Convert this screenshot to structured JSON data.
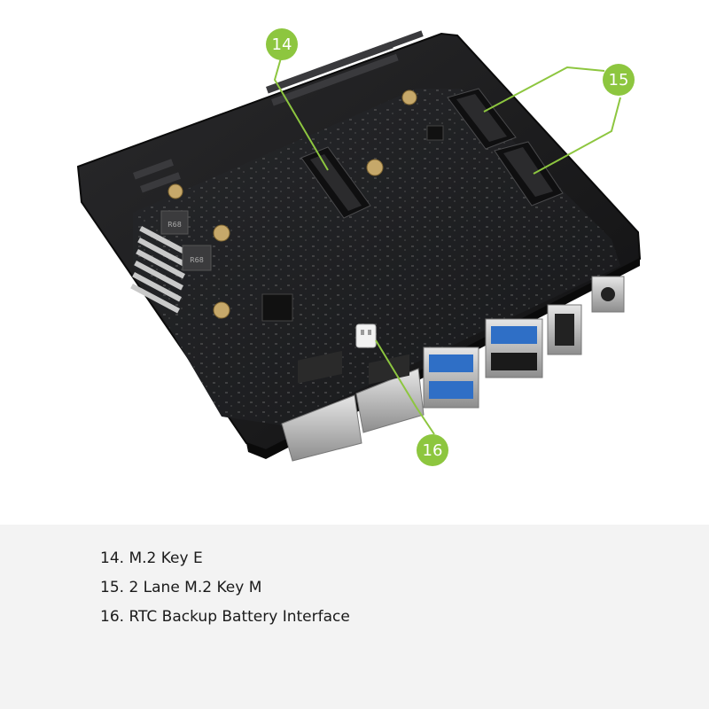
{
  "callouts": [
    {
      "number": "14",
      "color": "#8dc63f"
    },
    {
      "number": "15",
      "color": "#8dc63f"
    },
    {
      "number": "16",
      "color": "#8dc63f"
    }
  ],
  "board_labels": {
    "inductor_1": "R68",
    "inductor_2": "R68"
  },
  "legend": {
    "items": [
      "14. M.2 Key E",
      "15. 2 Lane M.2 Key M",
      "16. RTC Backup Battery Interface"
    ]
  },
  "colors": {
    "callout_green": "#8dc63f",
    "board": "#1e1f21",
    "usb_blue": "#2f6fc6",
    "panel_bg": "#f3f3f3"
  }
}
